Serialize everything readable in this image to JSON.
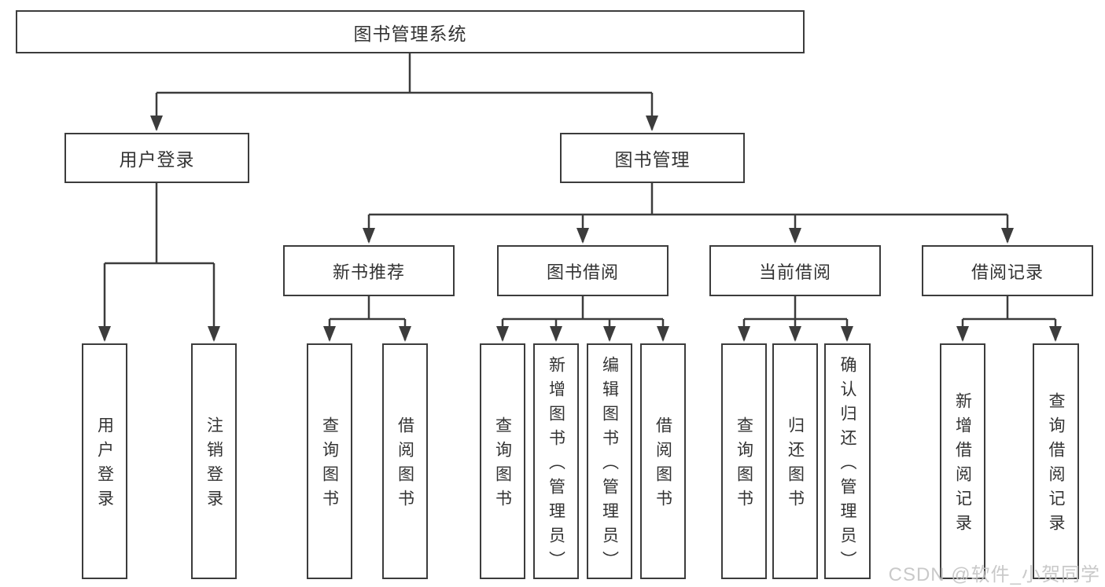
{
  "tree": {
    "root": {
      "label": "图书管理系统",
      "children": [
        {
          "label": "用户登录",
          "children": [
            {
              "label": "用户登录"
            },
            {
              "label": "注销登录"
            }
          ]
        },
        {
          "label": "图书管理",
          "children": [
            {
              "label": "新书推荐",
              "children": [
                {
                  "label": "查询图书"
                },
                {
                  "label": "借阅图书"
                }
              ]
            },
            {
              "label": "图书借阅",
              "children": [
                {
                  "label": "查询图书"
                },
                {
                  "label": "新增图书（管理员）"
                },
                {
                  "label": "编辑图书（管理员）"
                },
                {
                  "label": "借阅图书"
                }
              ]
            },
            {
              "label": "当前借阅",
              "children": [
                {
                  "label": "查询图书"
                },
                {
                  "label": "归还图书"
                },
                {
                  "label": "确认归还（管理员）"
                }
              ]
            },
            {
              "label": "借阅记录",
              "children": [
                {
                  "label": "新增借阅记录"
                },
                {
                  "label": "查询借阅记录"
                }
              ]
            }
          ]
        }
      ]
    }
  },
  "watermark": {
    "text": "CSDN @软件_小贺同学"
  },
  "colors": {
    "line": "#3c3c3c",
    "text": "#333333",
    "box_background": "#ffffff",
    "watermark": "#c4c4c4",
    "background": "#ffffff"
  }
}
